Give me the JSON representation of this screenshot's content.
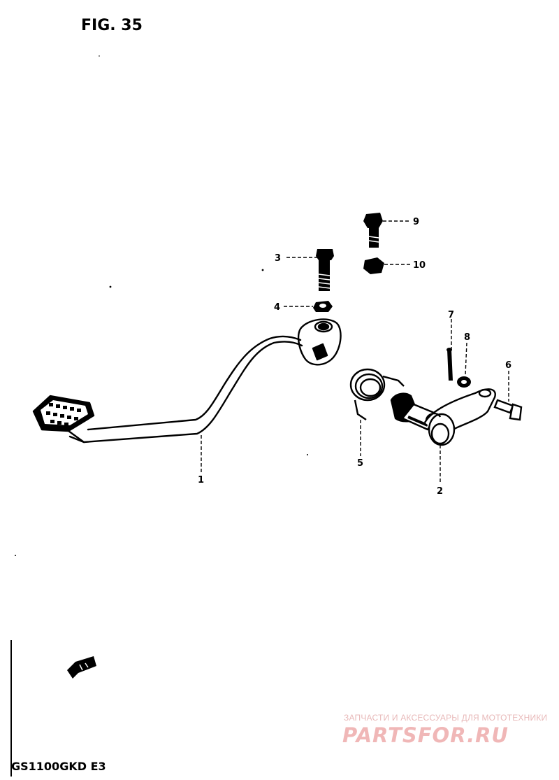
{
  "figure": {
    "title": "FIG. 35",
    "model_code": "GS1100GKD E3"
  },
  "parts": [
    {
      "number": "1"
    },
    {
      "number": "2"
    },
    {
      "number": "3"
    },
    {
      "number": "4"
    },
    {
      "number": "5"
    },
    {
      "number": "6"
    },
    {
      "number": "7"
    },
    {
      "number": "8"
    },
    {
      "number": "9"
    },
    {
      "number": "10"
    }
  ],
  "watermark": {
    "tagline": "ЗАПЧАСТИ И АКСЕССУАРЫ ДЛЯ МОТОТЕХНИКИ",
    "brand": "PARTSFOR.RU"
  },
  "colors": {
    "line": "#000000",
    "watermark": "#f0b7b7"
  },
  "icons": {
    "front_arrow": "front-direction-arrow-icon"
  }
}
